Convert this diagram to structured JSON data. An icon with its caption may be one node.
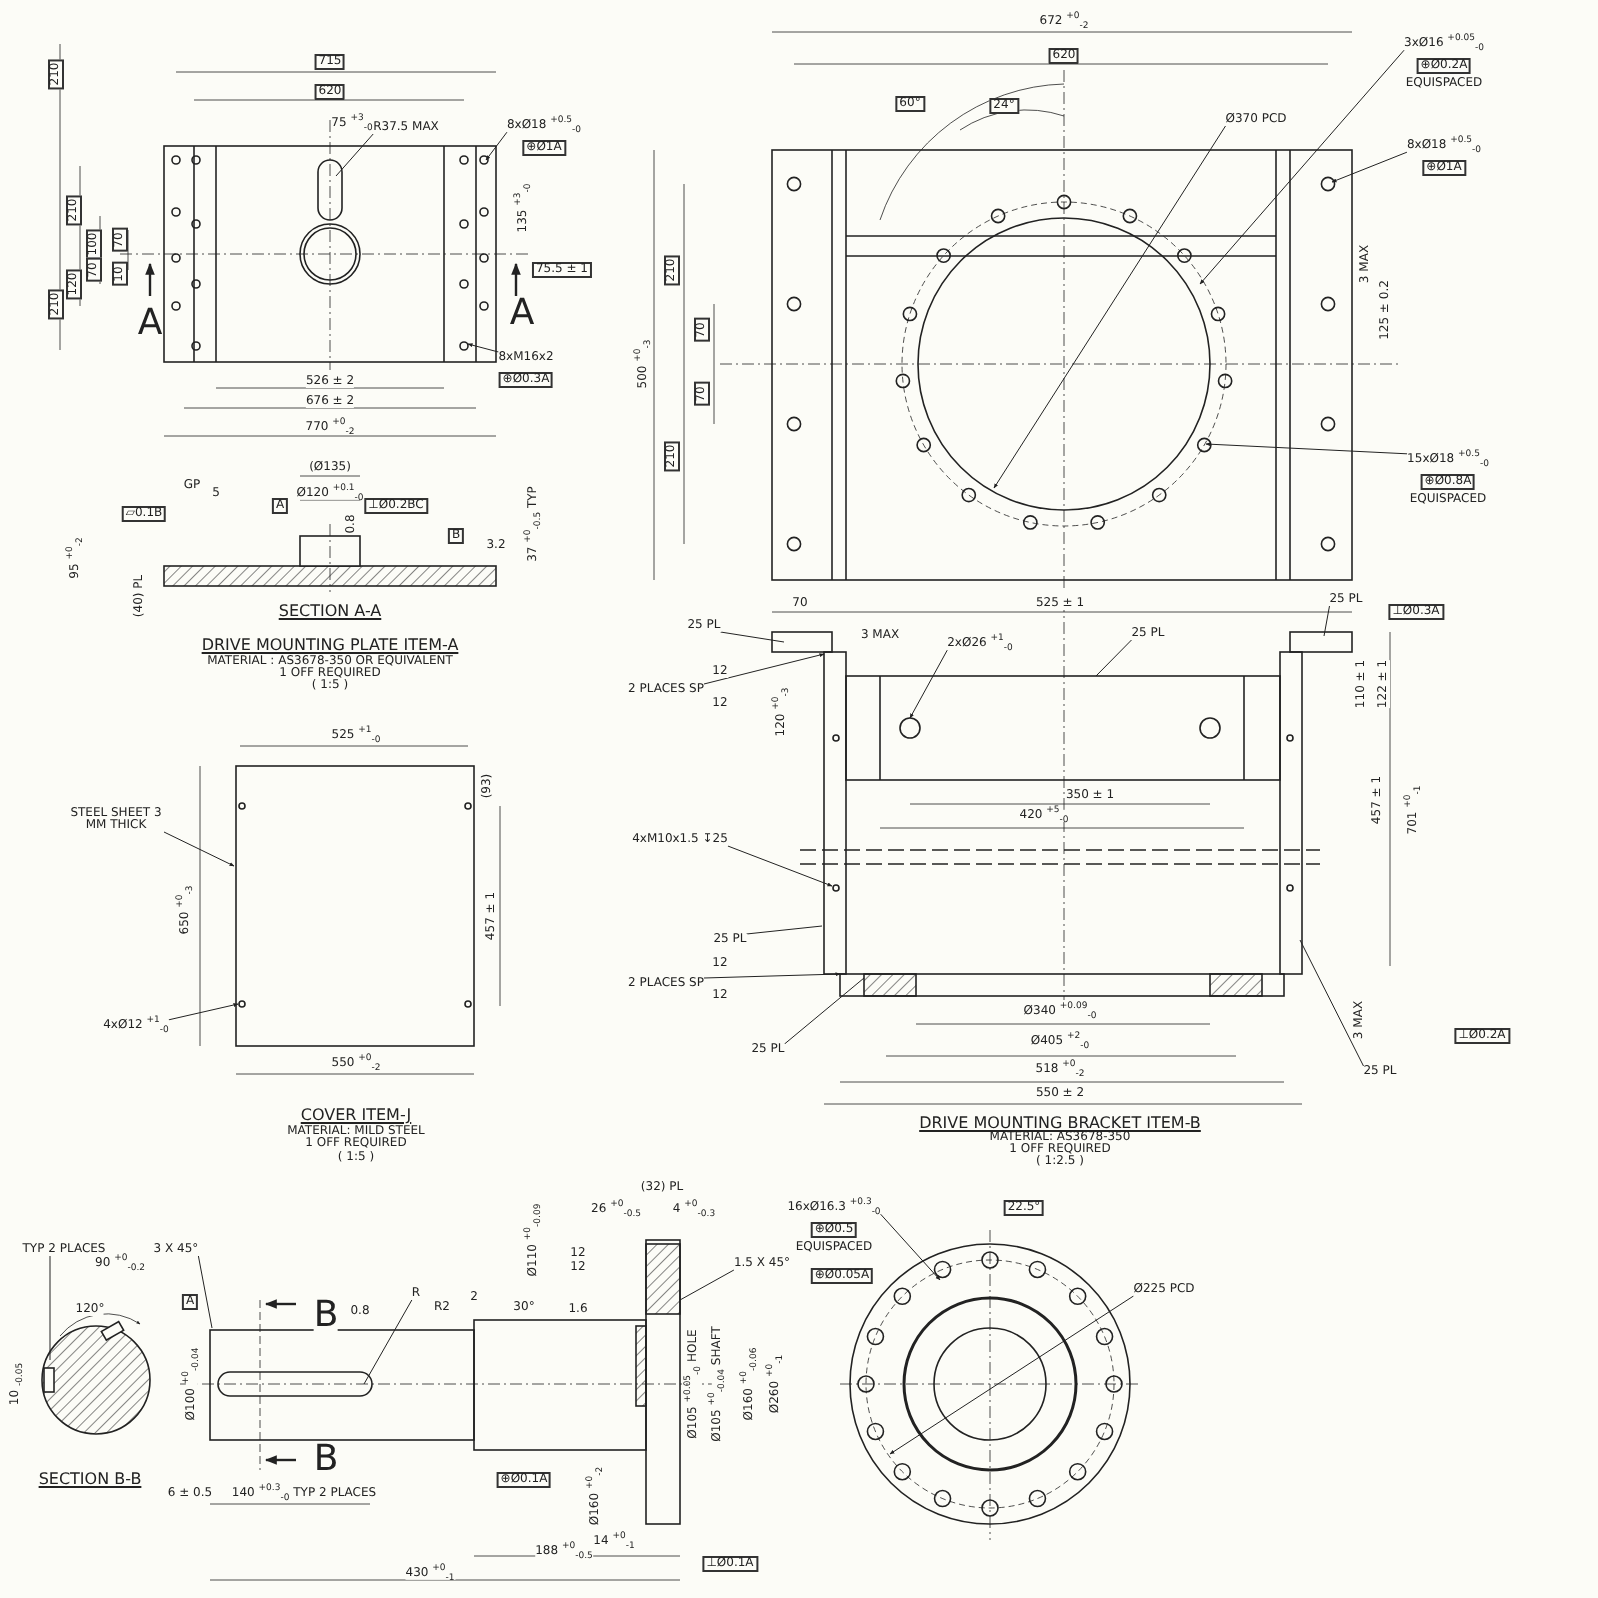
{
  "diagram": {
    "nodes": [
      {
        "text": [
          "R37.5 MAX"
        ]
      },
      {
        "text": [
          "8xØ18 $^{+0.5}$$_{-0}$"
        ],
        "beside": [
          "⊕Ø1A"
        ]
      },
      {
        "text": [
          "8xM16x2"
        ],
        "beside": [
          "⊕Ø0.3A"
        ]
      },
      {
        "text": [
          "STEEL SHEET 3 MM THICK"
        ]
      },
      {
        "text": [
          "4xØ12 $^{+1}$$_{-0}$"
        ]
      },
      {
        "text": [
          "Ø370 PCD"
        ]
      },
      {
        "text": [
          "3xØ16 $^{+0.05}$$_{-0}$"
        ],
        "beside": [
          "⊕Ø0.2A",
          "EQUISPACED"
        ]
      },
      {
        "text": [
          "8xØ18 $^{+0.5}$$_{-0}$"
        ],
        "beside": [
          "⊕Ø1A"
        ]
      },
      {
        "text": [
          "15xØ18 $^{+0.5}$$_{-0}$"
        ],
        "beside": [
          "⊕Ø0.8A",
          "EQUISPACED"
        ]
      },
      {
        "text": [
          "25 PL"
        ]
      },
      {
        "text": [
          "2xØ26 $^{+1}$$_{-0}$"
        ]
      },
      {
        "text": [
          "25 PL"
        ]
      },
      {
        "text": [
          "25 PL"
        ]
      },
      {
        "text": [
          "2 PLACES SP"
        ]
      },
      {
        "text": [
          "4xM10x1.5 ↧25"
        ]
      },
      {
        "text": [
          "25 PL"
        ]
      },
      {
        "text": [
          "2 PLACES SP"
        ]
      },
      {
        "text": [
          "25 PL"
        ]
      },
      {
        "text": [
          "25 PL"
        ]
      },
      {
        "text": [
          "TYP 2 PLACES"
        ]
      },
      {
        "text": [
          "3 X 45°"
        ]
      },
      {
        "text": [
          "R"
        ]
      },
      {
        "text": [
          "1.5 X 45°"
        ]
      },
      {
        "text": [
          "16xØ16.3 $^{+0.3}$$_{-0}$"
        ],
        "beside": [
          "⊕Ø0.5",
          "EQUISPACED"
        ]
      },
      {
        "text": [
          "Ø225 PCD"
        ]
      }
    ],
    "edges": [
      {
        "from": 0,
        "to": null,
        "arrow": "none"
      },
      {
        "from": 1,
        "to": null,
        "arrow": "to"
      },
      {
        "from": 2,
        "to": null,
        "arrow": "to"
      },
      {
        "from": 3,
        "to": null,
        "arrow": "to"
      },
      {
        "from": 4,
        "to": null,
        "arrow": "to"
      },
      {
        "from": 5,
        "to": null,
        "arrow": "to"
      },
      {
        "from": 6,
        "to": null,
        "arrow": "to"
      },
      {
        "from": 7,
        "to": null,
        "arrow": "to"
      },
      {
        "from": 8,
        "to": null,
        "arrow": "to"
      },
      {
        "from": 9,
        "to": null,
        "arrow": "none"
      },
      {
        "from": 10,
        "to": null,
        "arrow": "to"
      },
      {
        "from": 11,
        "to": null,
        "arrow": "none"
      },
      {
        "from": 12,
        "to": null,
        "arrow": "none"
      },
      {
        "from": 13,
        "to": null,
        "arrow": "to"
      },
      {
        "from": 14,
        "to": null,
        "arrow": "to"
      },
      {
        "from": 15,
        "to": null,
        "arrow": "none"
      },
      {
        "from": 16,
        "to": null,
        "arrow": "to"
      },
      {
        "from": 17,
        "to": null,
        "arrow": "none"
      },
      {
        "from": 18,
        "to": null,
        "arrow": "none"
      },
      {
        "from": 19,
        "to": null,
        "arrow": "none"
      },
      {
        "from": 20,
        "to": null,
        "arrow": "none"
      },
      {
        "from": 21,
        "to": null,
        "arrow": "none"
      },
      {
        "from": 22,
        "to": null,
        "arrow": "none"
      },
      {
        "from": 23,
        "to": null,
        "arrow": "to"
      },
      {
        "from": 24,
        "to": null,
        "arrow": "to"
      }
    ],
    "labels": [
      "210",
      "715",
      "620",
      "75 $^{+3}$$_{-0}$",
      "210",
      "100",
      "70",
      "135 $^{+3}$$_{-0}$",
      "75.5 ± 1",
      "70",
      "10",
      "120",
      "210",
      "A",
      "A",
      "526 ± 2",
      "676 ± 2",
      "770 $^{+0}$$_{-2}$",
      "(Ø135)",
      "GP",
      "5",
      "Ø120 $^{+0.1}$$_{-0}$",
      "▱0.1B",
      "A",
      "⊥Ø0.2BC",
      "0.8",
      "B",
      "3.2",
      "37 $^{+0}$$_{-0.5}$ TYP",
      "95 $^{+0}$$_{-2}$",
      "(40) PL",
      "SECTION A-A",
      "DRIVE MOUNTING PLATE ITEM-A",
      "MATERIAL : AS3678-350 OR EQUIVALENT",
      "1 OFF REQUIRED",
      "( 1:5 )",
      "672 $^{+0}$$_{-2}$",
      "620",
      "60°",
      "24°",
      "210",
      "3 MAX",
      "125 ± 0.2",
      "70",
      "500 $^{+0}$$_{-3}$",
      "70",
      "210",
      "525 $^{+1}$$_{-0}$",
      "(93)",
      "650 $^{+0}$$_{-3}$",
      "457 ± 1",
      "550 $^{+0}$$_{-2}$",
      "COVER ITEM-J",
      "MATERIAL: MILD STEEL",
      "1 OFF REQUIRED",
      "( 1:5 )",
      "70",
      "525 ± 1",
      "⊥Ø0.3A",
      "3 MAX",
      "12",
      "12",
      "120 $^{+0}$$_{-3}$",
      "110 ± 1",
      "122 ± 1",
      "350 ± 1",
      "420 $^{+5}$$_{-0}$",
      "457 ± 1",
      "701 $^{+0}$$_{-1}$",
      "12",
      "12",
      "Ø340 $^{+0.09}$$_{-0}$",
      "3 MAX",
      "⊥Ø0.2A",
      "Ø405 $^{+2}$$_{-0}$",
      "518 $^{+0}$$_{-2}$",
      "550 ± 2",
      "DRIVE MOUNTING BRACKET ITEM-B",
      "MATERIAL: AS3678-350",
      "1 OFF REQUIRED",
      "( 1:2.5 )",
      "(32) PL",
      "22.5°",
      "26 $^{+0}$$_{-0.5}$",
      "4 $^{+0}$$_{-0.3}$",
      "Ø110 $^{+0}$$_{-0.09}$",
      "90 $^{+0}$$_{-0.2}$",
      "12",
      "12",
      "⊕Ø0.05A",
      "A",
      "120°",
      "B",
      "0.8",
      "R2",
      "2",
      "30°",
      "1.6",
      "10 $_{-0.05}$",
      "Ø100 $^{+0}$$_{-0.04}$",
      "Ø105 $^{+0.05}$$_{-0}$ HOLE",
      "Ø105 $^{+0}$$_{-0.04}$ SHAFT",
      "Ø160 $^{+0}$$_{-0.06}$",
      "Ø260 $^{+0}$$_{-1}$",
      "B",
      "SECTION B-B",
      "⊕Ø0.1A",
      "6 ± 0.5",
      "140 $^{+0.3}$$_{-0}$ TYP 2 PLACES",
      "Ø160 $^{+0}$$_{-2}$",
      "14 $^{+0}$$_{-1}$",
      "188 $^{+0}$$_{-0.5}$",
      "⊥Ø0.1A",
      "430 $^{+0}$$_{-1}$"
    ]
  }
}
